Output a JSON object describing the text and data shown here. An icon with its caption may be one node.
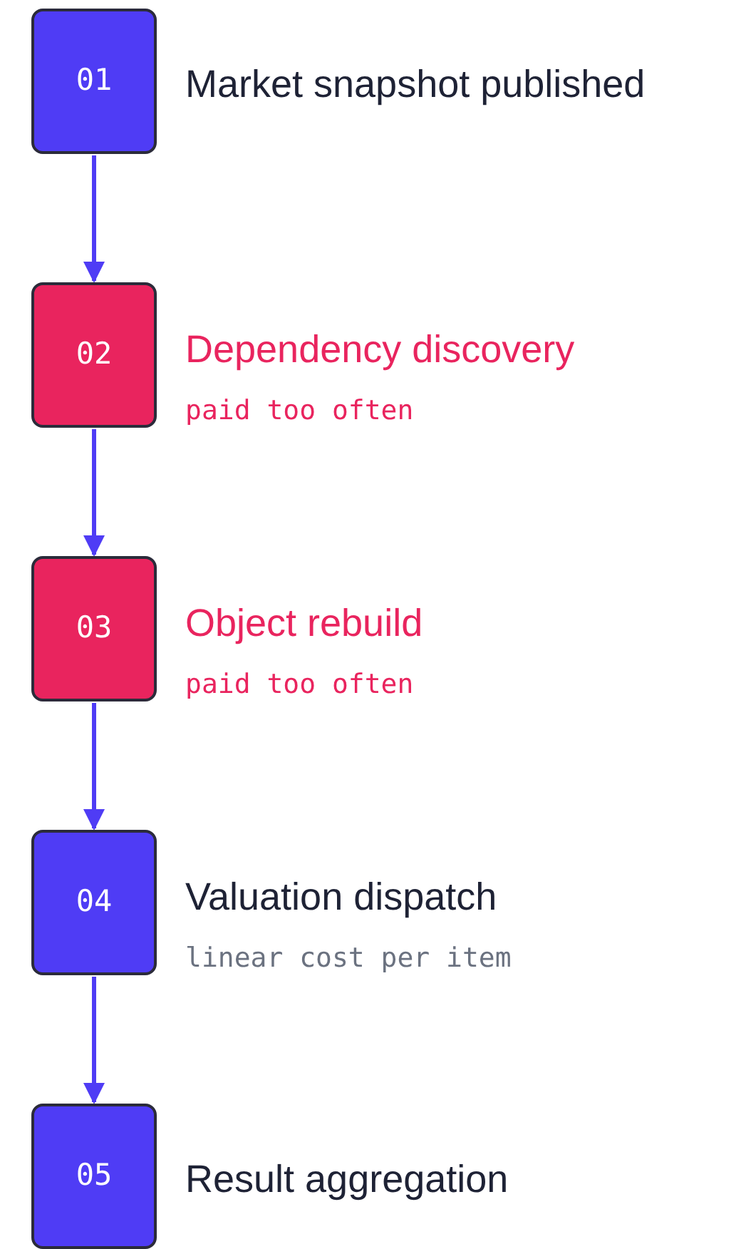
{
  "diagram": {
    "nodes": [
      {
        "text": [
          "01"
        ],
        "beside": [
          "Market snapshot published"
        ]
      },
      {
        "text": [
          "02"
        ],
        "beside": [
          "Dependency discovery",
          "paid too often"
        ]
      },
      {
        "text": [
          "03"
        ],
        "beside": [
          "Object rebuild",
          "paid too often"
        ]
      },
      {
        "text": [
          "04"
        ],
        "beside": [
          "Valuation dispatch",
          "linear cost per item"
        ]
      },
      {
        "text": [
          "05"
        ],
        "beside": [
          "Result aggregation"
        ]
      }
    ],
    "edges": [
      {
        "from": 0,
        "to": 1,
        "arrow": "to"
      },
      {
        "from": 1,
        "to": 2,
        "arrow": "to"
      },
      {
        "from": 2,
        "to": 3,
        "arrow": "to"
      },
      {
        "from": 3,
        "to": 4,
        "arrow": "to"
      }
    ]
  }
}
